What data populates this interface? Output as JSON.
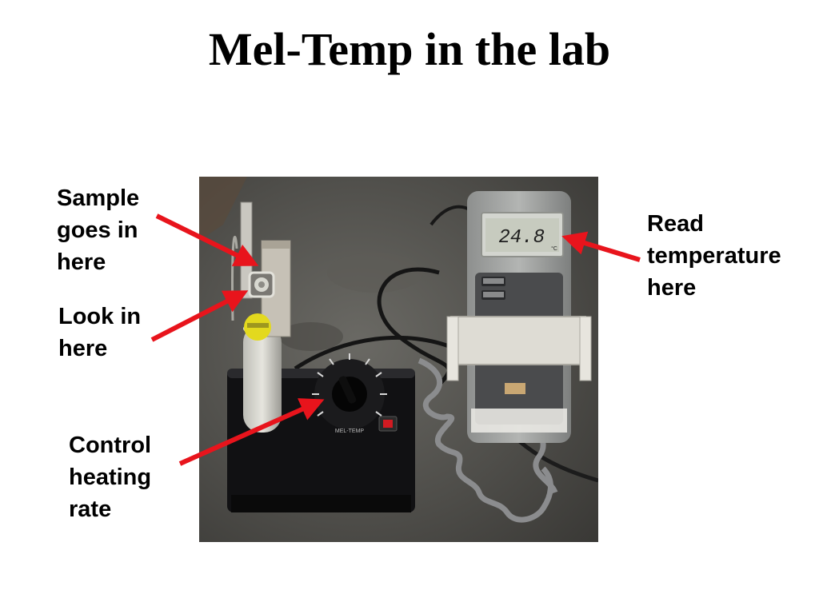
{
  "slide": {
    "title": "Mel-Temp in the lab"
  },
  "display": {
    "reading": "24.8",
    "unit": "°C"
  },
  "callouts": {
    "sample": [
      "Sample",
      "goes in",
      "here"
    ],
    "look": [
      "Look in",
      "here"
    ],
    "control": [
      "Control",
      "heating",
      "rate"
    ],
    "read": [
      "Read",
      "temperature",
      "here"
    ]
  },
  "colors": {
    "arrow": "#e8141c",
    "background": "#ffffff"
  }
}
